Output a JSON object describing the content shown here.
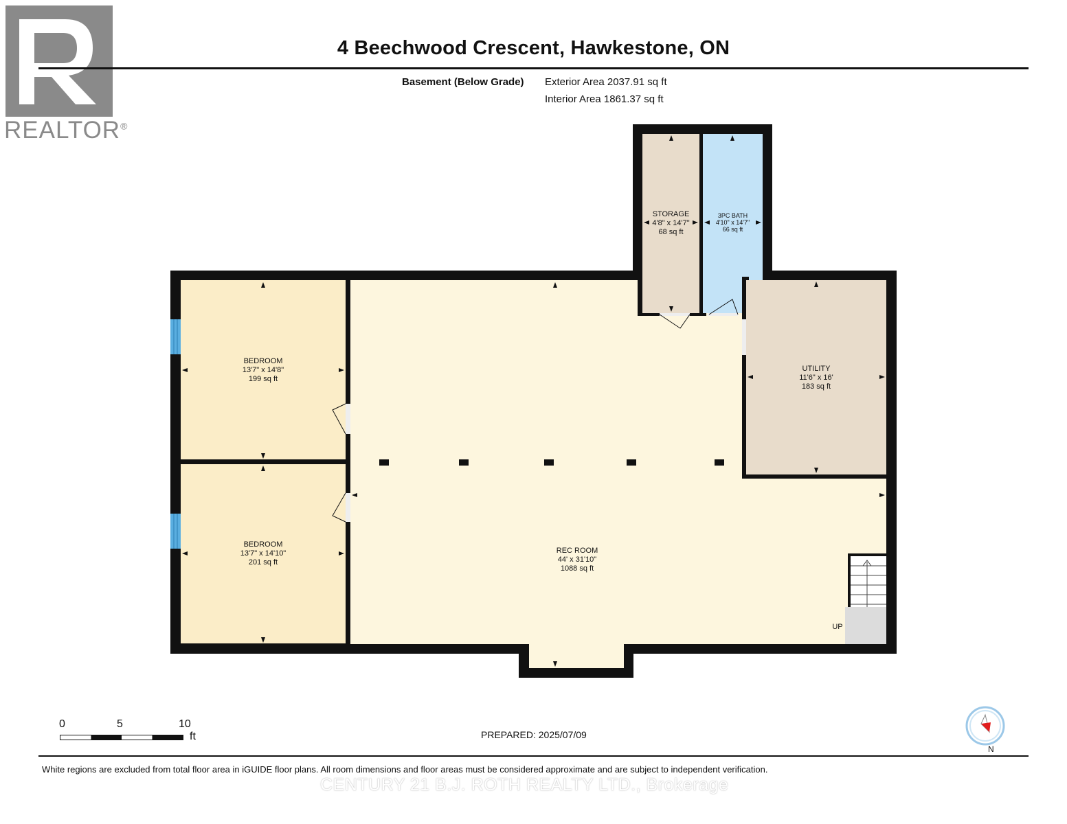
{
  "header": {
    "title": "4 Beechwood Crescent, Hawkestone, ON",
    "floor_label": "Basement (Below Grade)",
    "exterior_area": "Exterior Area 2037.91 sq ft",
    "interior_area": "Interior Area 1861.37 sq ft"
  },
  "logo": {
    "text": "REALTOR",
    "mark": "®"
  },
  "rooms": {
    "storage": {
      "name": "STORAGE",
      "dims": "4'8\" x 14'7\"",
      "area": "68 sq ft",
      "color": "#e8dccb"
    },
    "bath": {
      "name": "3PC BATH",
      "dims": "4'10\" x 14'7\"",
      "area": "66 sq ft",
      "color": "#c3e3f7"
    },
    "bedroom1": {
      "name": "BEDROOM",
      "dims": "13'7\" x 14'8\"",
      "area": "199 sq ft",
      "color": "#fbedc8"
    },
    "bedroom2": {
      "name": "BEDROOM",
      "dims": "13'7\" x 14'10\"",
      "area": "201 sq ft",
      "color": "#fbedc8"
    },
    "utility": {
      "name": "UTILITY",
      "dims": "11'6\" x 16'",
      "area": "183 sq ft",
      "color": "#e8dccb"
    },
    "rec_room": {
      "name": "REC ROOM",
      "dims": "44' x 31'10\"",
      "area": "1088 sq ft",
      "color": "#fdf6de"
    }
  },
  "stairs": {
    "label": "UP"
  },
  "scale": {
    "ticks": [
      "0",
      "5",
      "10"
    ],
    "unit": "ft"
  },
  "prepared": "PREPARED: 2025/07/09",
  "compass": {
    "label": "N"
  },
  "disclaimer": "White regions are excluded from total floor area in iGUIDE floor plans. All room dimensions and floor areas must be considered approximate and are subject to independent verification.",
  "watermark": "CENTURY 21 B.J. ROTH REALTY LTD., Brokerage",
  "colors": {
    "wall": "#111111",
    "window": "#5aaee0",
    "logo_gray": "#8a8a8a"
  }
}
